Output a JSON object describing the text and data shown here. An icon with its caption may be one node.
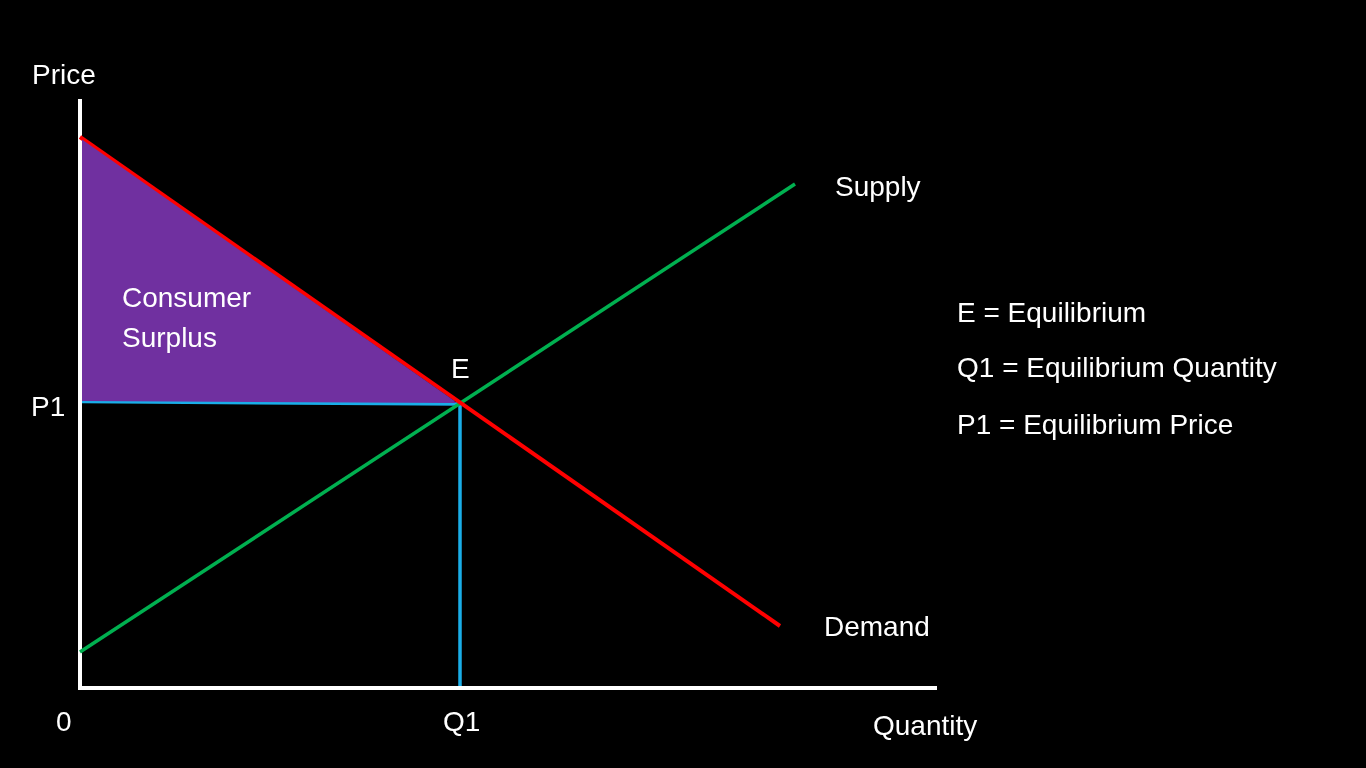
{
  "diagram": {
    "nodes": [
      {
        "text": [
          "Consumer Surplus"
        ]
      }
    ],
    "labels": [
      "Price",
      "Supply",
      "E = Equilibrium",
      "Q1 = Equilibrium Quantity",
      "E",
      "P1",
      "P1 = Equilibrium Price",
      "Demand",
      "0",
      "Q1",
      "Quantity"
    ]
  }
}
